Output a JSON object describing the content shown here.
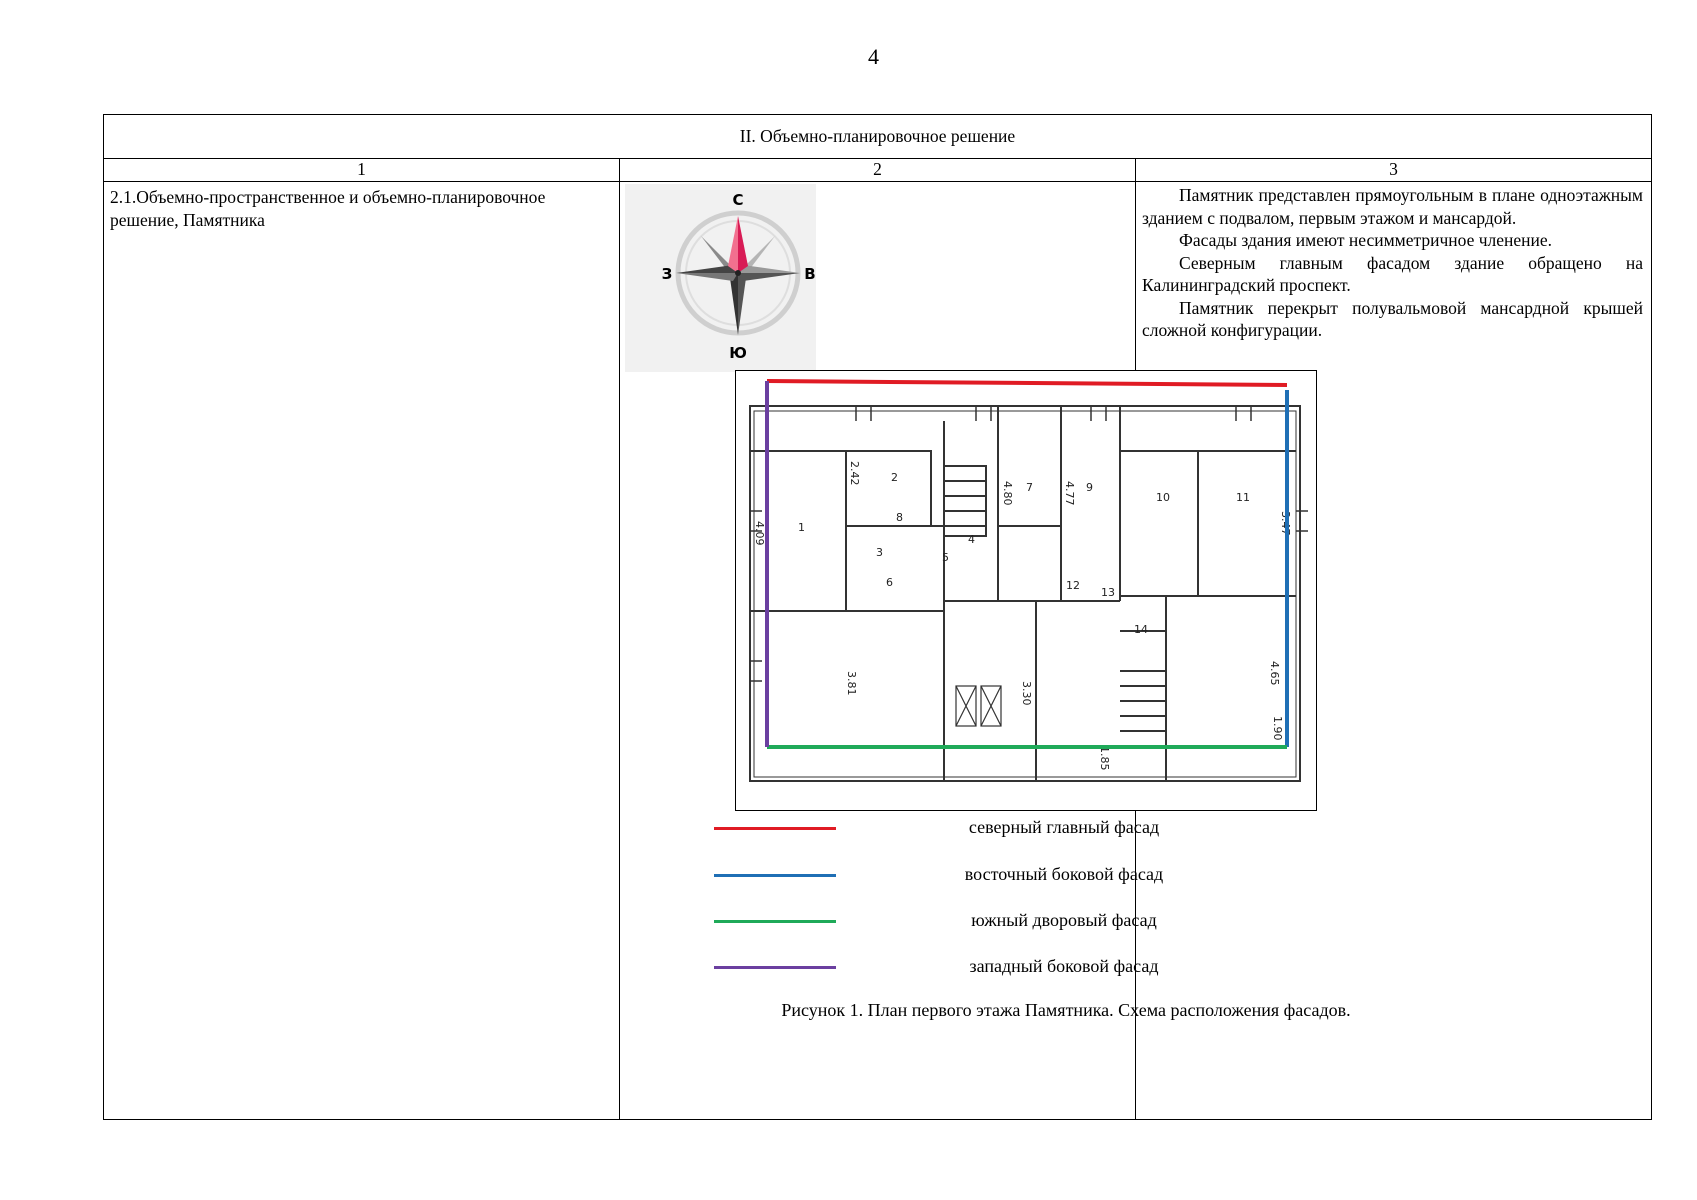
{
  "page_number": "4",
  "section_title": "II.  Объемно-планировочное решение",
  "columns": [
    "1",
    "2",
    "3"
  ],
  "row": {
    "title": "2.1.Объемно-пространственное и объемно-планировочное решение,  Памятника",
    "description": [
      "Памятник представлен прямоугольным в плане одноэтажным зданием с подвалом, первым этажом и мансардой.",
      "Фасады здания имеют несимметричное членение.",
      "Северным главным фасадом здание обращено на Калининградский проспект.",
      "Памятник перекрыт полувальмовой мансардной крышей сложной конфигурации."
    ]
  },
  "compass": {
    "north": "С",
    "south": "Ю",
    "west": "З",
    "east": "В",
    "north_color": "#e8336d"
  },
  "legend": [
    {
      "label": "северный главный фасад",
      "color": "#e01b24"
    },
    {
      "label": "восточный боковой фасад",
      "color": "#1f6fb5"
    },
    {
      "label": "южный дворовый фасад",
      "color": "#1faa59"
    },
    {
      "label": "западный боковой фасад",
      "color": "#6b3fa0"
    }
  ],
  "plan_labels": [
    "1",
    "2",
    "3",
    "4",
    "5",
    "6",
    "7",
    "8",
    "9",
    "10",
    "11",
    "12",
    "13",
    "14",
    "4.09",
    "3.47",
    "4.77",
    "4.80",
    "3.30",
    "1.90",
    "2.42",
    "1.85",
    "4.65",
    "3.81"
  ],
  "caption": "Рисунок 1. План первого этажа Памятника. Схема расположения фасадов."
}
